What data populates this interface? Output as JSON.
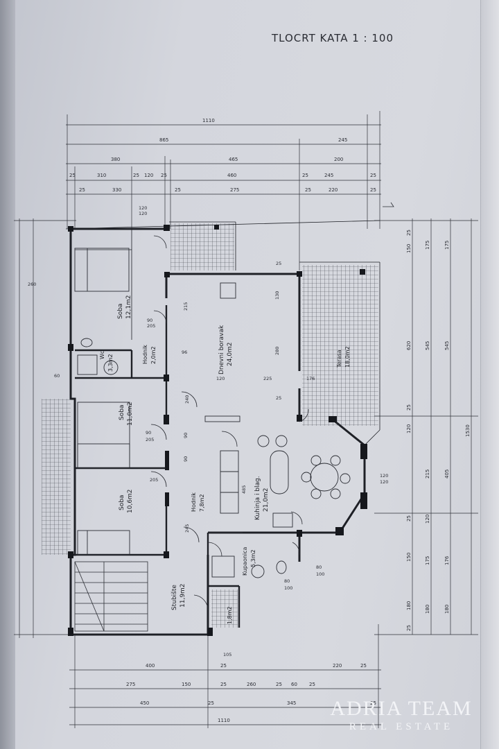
{
  "title": "TLOCRT KATA 1 : 100",
  "rooms": [
    {
      "id": "soba-1",
      "name": "Soba",
      "area": "12,1m2"
    },
    {
      "id": "hodnik",
      "name": "Hodnik",
      "area": "2,0m2"
    },
    {
      "id": "wc",
      "name": "Wc",
      "area": "3,3m2"
    },
    {
      "id": "dnevni",
      "name": "Dnevni boravak",
      "area": "24,0m2"
    },
    {
      "id": "terasa",
      "name": "Terasa",
      "area": "18,0m2"
    },
    {
      "id": "soba-2",
      "name": "Soba",
      "area": "11,0m2"
    },
    {
      "id": "soba-3",
      "name": "Soba",
      "area": "10,6m2"
    },
    {
      "id": "hodnik-2",
      "name": "Hodnik",
      "area": "7,8m2"
    },
    {
      "id": "kuhinja",
      "name": "Kuhinja i blag.",
      "area": "21,0m2"
    },
    {
      "id": "kupaonica",
      "name": "Kupaonica",
      "area": "5,3m2"
    },
    {
      "id": "stubiste",
      "name": "Stubište",
      "area": "11,9m2"
    },
    {
      "id": "spremiste",
      "name": "",
      "area": "1,8m2"
    }
  ],
  "dims": {
    "top": {
      "r1": [
        "1110"
      ],
      "r2": [
        "865",
        "245"
      ],
      "r3": [
        "380",
        "465",
        "200"
      ],
      "r4": [
        "25",
        "310",
        "25",
        "120",
        "25",
        "460",
        "25",
        "245",
        "25"
      ],
      "r5": [
        "25",
        "330",
        "25",
        "275",
        "25",
        "220",
        "25"
      ]
    },
    "bottom": {
      "r1": [
        "400",
        "25",
        "220",
        "25"
      ],
      "r2": [
        "275",
        "150",
        "25",
        "260",
        "25",
        "60",
        "25"
      ],
      "r3": [
        "450",
        "25",
        "345",
        "25"
      ],
      "r4": [
        "1110"
      ]
    },
    "right": {
      "c1": [
        "25",
        "150",
        "620",
        "25",
        "120",
        "25",
        "150",
        "180",
        "25"
      ],
      "c2": [
        "175",
        "545",
        "215",
        "120",
        "175",
        "180"
      ],
      "c3": [
        "175",
        "545",
        "405",
        "176",
        "180"
      ],
      "c4": [
        "1530"
      ]
    },
    "inner": [
      "120",
      "120",
      "90",
      "205",
      "215",
      "96",
      "120",
      "225",
      "25",
      "280",
      "130",
      "176",
      "90",
      "205",
      "90",
      "90",
      "205",
      "240",
      "245",
      "485",
      "120",
      "120",
      "80",
      "100",
      "80",
      "100",
      "105",
      "25",
      "60",
      "260"
    ]
  },
  "watermark": {
    "name": "ADRIA TEAM",
    "sub": "REAL ESTATE"
  }
}
